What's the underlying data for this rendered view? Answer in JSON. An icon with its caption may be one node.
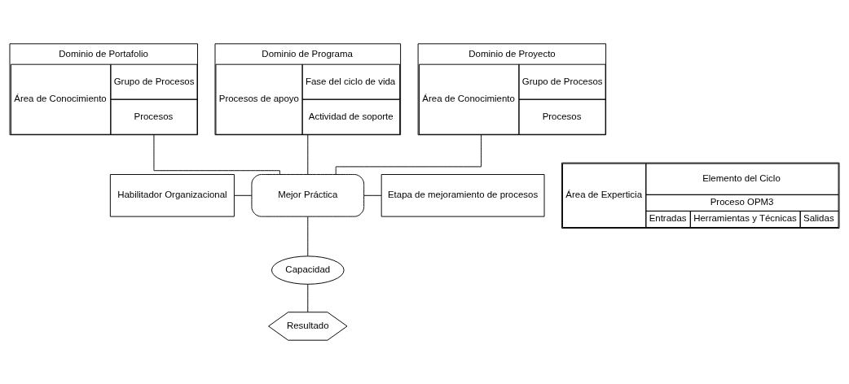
{
  "diagram": {
    "nodes": [
      {
        "text": [
          "Dominio de Portafolio",
          "Área de Conocimiento",
          "Grupo de Procesos",
          "Procesos"
        ]
      },
      {
        "text": [
          "Dominio de Programa",
          "Procesos de apoyo",
          "Fase del ciclo de vida",
          "Actividad de soporte"
        ]
      },
      {
        "text": [
          "Dominio de Proyecto",
          "Área de Conocimiento",
          "Grupo de Procesos",
          "Procesos"
        ]
      },
      {
        "text": [
          "Habilitador Organizacional"
        ]
      },
      {
        "text": [
          "Mejor Práctica"
        ]
      },
      {
        "text": [
          "Etapa de mejoramiento de procesos"
        ]
      },
      {
        "text": [
          "Capacidad"
        ]
      },
      {
        "text": [
          "Resultado"
        ]
      },
      {
        "text": [
          "Área de Experticia",
          "Elemento del Ciclo",
          "Proceso OPM3",
          "Entradas",
          "Herramientas y Técnicas",
          "Salidas"
        ]
      }
    ],
    "edges": [
      {
        "from": 0,
        "to": 4,
        "arrow": "none"
      },
      {
        "from": 1,
        "to": 4,
        "arrow": "none"
      },
      {
        "from": 2,
        "to": 4,
        "arrow": "none"
      },
      {
        "from": 3,
        "to": 4,
        "arrow": "none"
      },
      {
        "from": 4,
        "to": 5,
        "arrow": "none"
      },
      {
        "from": 4,
        "to": 6,
        "arrow": "none"
      },
      {
        "from": 6,
        "to": 7,
        "arrow": "none"
      }
    ]
  }
}
